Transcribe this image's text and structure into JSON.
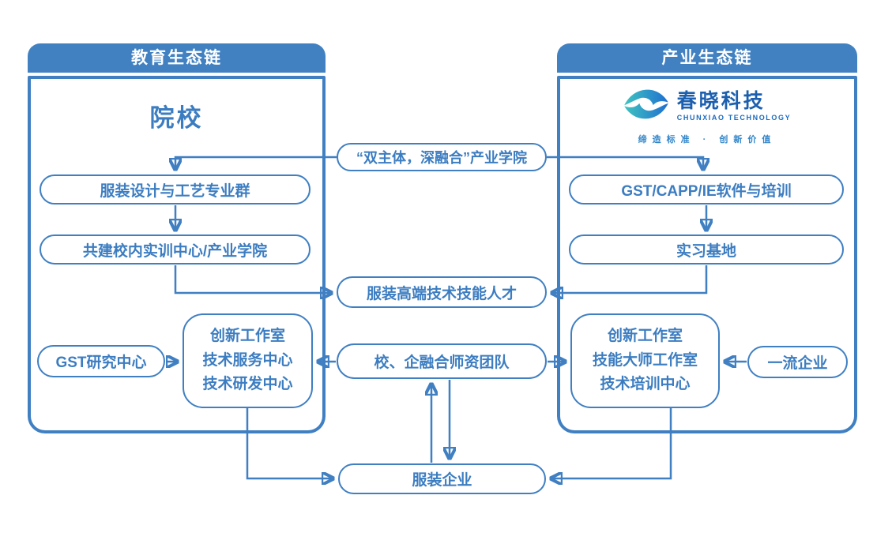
{
  "colors": {
    "primary": "#3F7FC2",
    "header_fill": "#4181C1",
    "node_text": "#3C7DC1",
    "logo_dark_blue": "#1C5FAE",
    "logo_teal": "#40C4C0",
    "logo_blue": "#1F6FD0",
    "tagline_blue": "#3185C9"
  },
  "left_panel": {
    "header": "教育生态链",
    "title": "院校",
    "boxes": {
      "major_group": "服装设计与工艺专业群",
      "training_center": "共建校内实训中心/产业学院",
      "gst_research": "GST研究中心",
      "centers": {
        "lines": [
          "创新工作室",
          "技术服务中心",
          "技术研发中心"
        ]
      }
    }
  },
  "right_panel": {
    "header": "产业生态链",
    "logo": {
      "name": "春晓科技",
      "subtitle": "CHUNXIAO TECHNOLOGY",
      "tagline": "缔造标准 · 创新价值"
    },
    "boxes": {
      "software_training": "GST/CAPP/IE软件与培训",
      "internship_base": "实习基地",
      "centers": {
        "lines": [
          "创新工作室",
          "技能大师工作室",
          "技术培训中心"
        ]
      },
      "top_enterprise": "一流企业"
    }
  },
  "middle": {
    "industry_college": "“双主体，深融合”产业学院",
    "talent": "服装高端技术技能人才",
    "faculty_team": "校、企融合师资团队",
    "garment_enterprise": "服装企业"
  }
}
